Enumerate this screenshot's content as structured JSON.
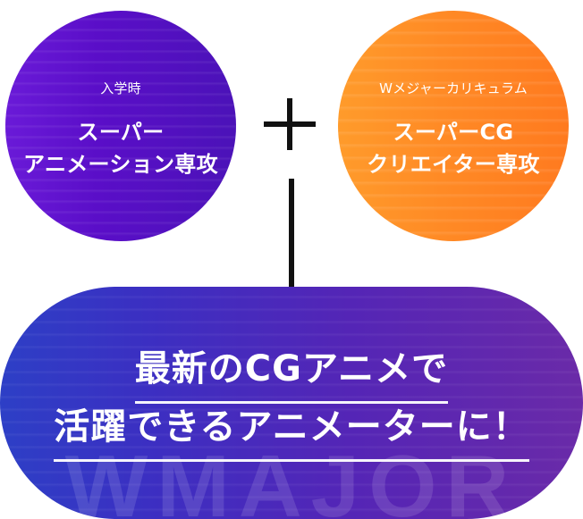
{
  "left_circle": {
    "kicker": "入学時",
    "title_lines": [
      "スーパー",
      "アニメーション専攻"
    ]
  },
  "right_circle": {
    "kicker": "Wメジャーカリキュラム",
    "title_lines": [
      "スーパーCG",
      "クリエイター専攻"
    ]
  },
  "result": {
    "lines": [
      "最新のCGアニメで",
      "活躍できるアニメーターに！"
    ],
    "watermark": "WMAJOR"
  },
  "symbols": {
    "plus_icon": "plus-icon",
    "arrow_icon": "arrow-down-icon"
  },
  "colors": {
    "left_circle": "#5a0ec8",
    "right_circle": "#ff8a25",
    "pill_start": "#2d3fc6",
    "pill_end": "#6a2aa8",
    "symbols": "#111111",
    "text": "#ffffff"
  }
}
